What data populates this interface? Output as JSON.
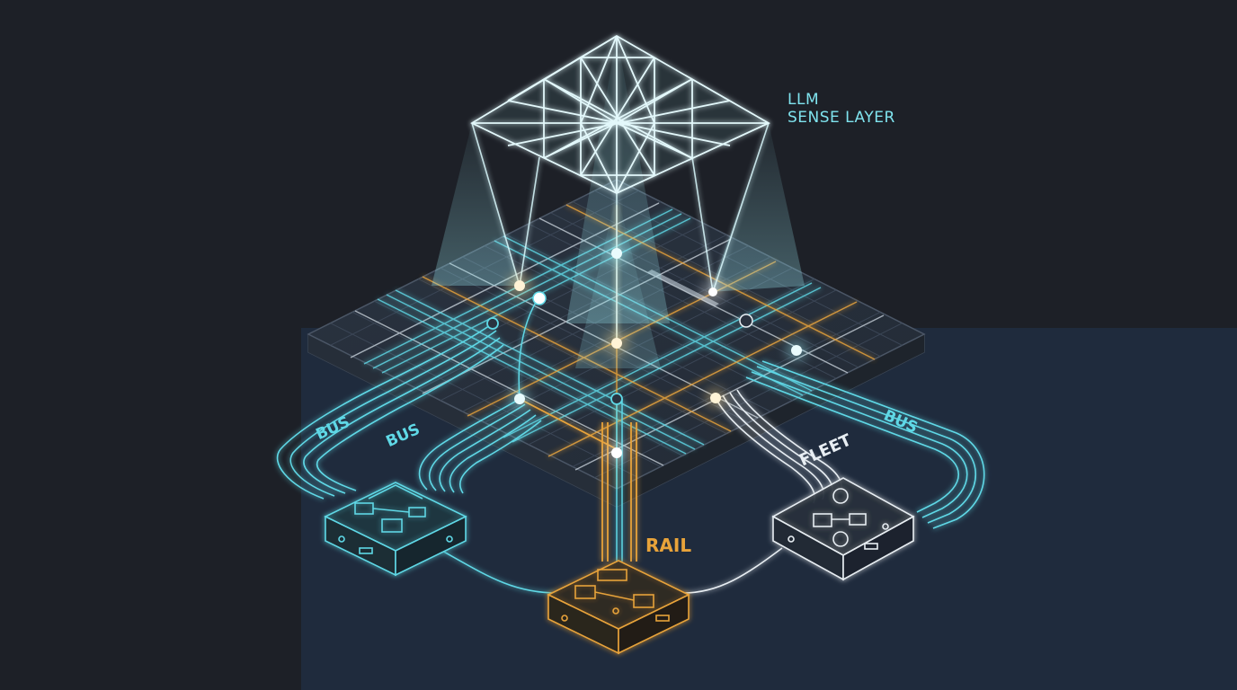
{
  "labels": {
    "llm_line1": "LLM",
    "llm_line2": "SENSE LAYER",
    "bus_1": "BUS",
    "bus_2": "BUS",
    "bus_3": "BUS",
    "fleet": "FLEET",
    "rail": "RAIL"
  },
  "colors": {
    "cyan": "#5fd8e6",
    "orange": "#e8a33a",
    "white": "#e8eef3",
    "background": "#1d2027",
    "panel": "#1f2b3d"
  },
  "icons": {
    "bus_module": "circuit-board-icon",
    "rail_module": "circuit-board-icon",
    "fleet_module": "gear-circuit-board-icon"
  }
}
